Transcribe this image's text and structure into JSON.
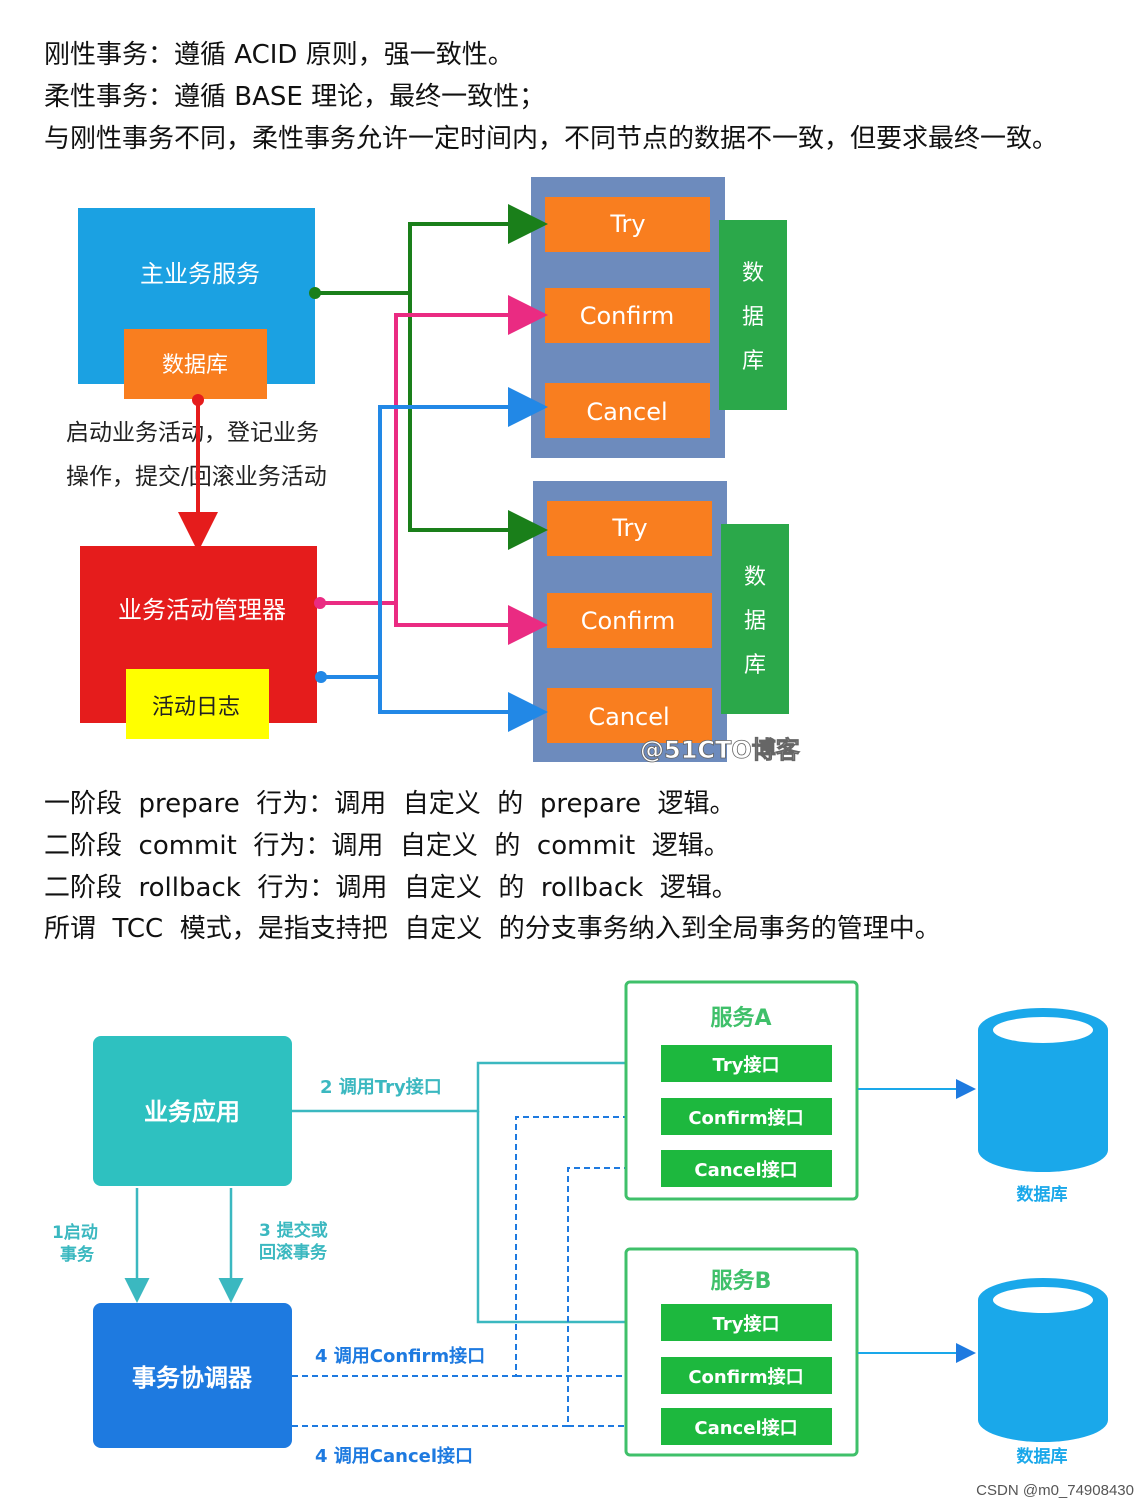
{
  "intro_lines": [
    "刚性事务：遵循 ACID 原则，强一致性。",
    "柔性事务：遵循 BASE 理论，最终一致性；",
    "与刚性事务不同，柔性事务允许一定时间内，不同节点的数据不一致，但要求最终一致。"
  ],
  "diagram1": {
    "main_service": "主业务服务",
    "main_db": "数据库",
    "annotation_line1": "启动业务活动，登记业务",
    "annotation_line2": "操作，提交/回滚业务活动",
    "manager": "业务活动管理器",
    "activity_log": "活动日志",
    "participants": [
      {
        "try": "Try",
        "confirm": "Confirm",
        "cancel": "Cancel",
        "db_chars": [
          "数",
          "据",
          "库"
        ]
      },
      {
        "try": "Try",
        "confirm": "Confirm",
        "cancel": "Cancel",
        "db_chars": [
          "数",
          "据",
          "库"
        ]
      }
    ],
    "watermark": "@51CTO博客",
    "colors": {
      "blue_box": "#1ba1e2",
      "red_box": "#e51c1c",
      "orange": "#f97e1f",
      "yellow": "#ffff00",
      "green_db": "#2ba84a",
      "panel": "#6d8bbd",
      "arrow_green": "#1a7f1a",
      "arrow_pink": "#ea2b82",
      "arrow_blue": "#2288e6",
      "arrow_red": "#e51c1c"
    }
  },
  "phase_lines": [
    "一阶段  prepare  行为：调用  自定义  的  prepare  逻辑。",
    "二阶段  commit  行为：调用  自定义  的  commit  逻辑。",
    "二阶段  rollback  行为：调用  自定义  的  rollback  逻辑。",
    "所谓  TCC  模式，是指支持把  自定义  的分支事务纳入到全局事务的管理中。"
  ],
  "diagram2": {
    "app": "业务应用",
    "coordinator": "事务协调器",
    "step1_line1": "1启动",
    "step1_line2": "事务",
    "step2": "2 调用Try接口",
    "step3_line1": "3 提交或",
    "step3_line2": "回滚事务",
    "step4_confirm": "4 调用Confirm接口",
    "step4_cancel": "4 调用Cancel接口",
    "services": [
      {
        "title": "服务A",
        "try": "Try接口",
        "confirm": "Confirm接口",
        "cancel": "Cancel接口",
        "db": "数据库"
      },
      {
        "title": "服务B",
        "try": "Try接口",
        "confirm": "Confirm接口",
        "cancel": "Cancel接口",
        "db": "数据库"
      }
    ],
    "colors": {
      "app": "#2ec1c0",
      "coordinator": "#1e7ae0",
      "iface": "#1db83e",
      "service_border": "#3fc06a",
      "db": "#1aa8ea",
      "arrow": "#3bb8c0"
    }
  },
  "footer": "CSDN @m0_74908430"
}
